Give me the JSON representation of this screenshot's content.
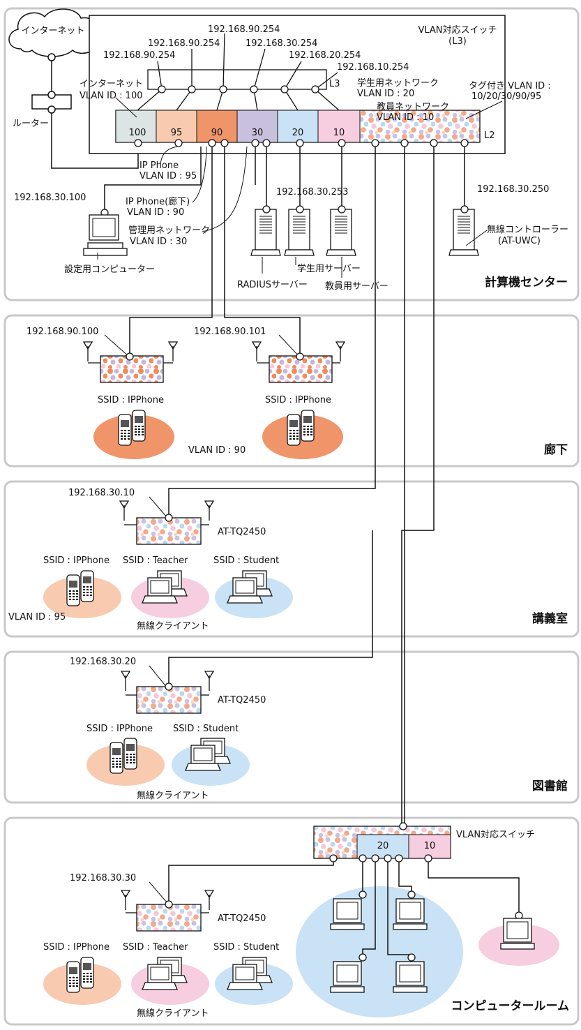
{
  "colors": {
    "accent_orange": "#f0956a",
    "light_orange": "#f8cbb0",
    "mauve": "#c9c0dd",
    "light_blue": "#c9e2f5",
    "pink": "#f7cde0",
    "gray_panel": "#dde4e4",
    "room_border": "#c8c8c8"
  },
  "internet": {
    "label": "インターネット",
    "router_label": "ルーター"
  },
  "core": {
    "switch_label_line1": "VLAN対応スイッチ",
    "switch_label_line2": "(L3)",
    "l3": "L3",
    "l2": "L2",
    "ips": {
      "internet_gw": "192.168.90.254",
      "ip95": "192.168.90.254",
      "ip90": "192.168.90.254",
      "ip30": "192.168.30.254",
      "ip20": "192.168.20.254",
      "ip10": "192.168.10.254"
    },
    "ports": [
      "100",
      "95",
      "90",
      "30",
      "20",
      "10"
    ],
    "vlan_internet_line1": "インターネット",
    "vlan_internet_line2": "VLAN ID : 100",
    "vlan_student_line1": "学生用ネットワーク",
    "vlan_student_line2": "VLAN ID : 20",
    "vlan_teacher_line1": "教員ネットワーク",
    "vlan_teacher_line2": "VLAN ID : 10",
    "tagged_line1": "タグ付き VLAN ID :",
    "tagged_line2": "10/20/30/90/95",
    "ipphone_line1": "IP Phone",
    "ipphone_line2": "VLAN ID : 95",
    "ipphone_hall_line1": "IP Phone(廊下)",
    "ipphone_hall_line2": "VLAN ID : 90",
    "mgmt_line1": "管理用ネットワーク",
    "mgmt_line2": "VLAN ID : 30",
    "pc_ip": "192.168.30.100",
    "pc_label": "設定用コンピューター",
    "server_ip": "192.168.30.253",
    "radius": "RADIUSサーバー",
    "student_server": "学生用サーバー",
    "teacher_server": "教員用サーバー",
    "wlc_ip": "192.168.30.250",
    "wlc_line1": "無線コントローラー",
    "wlc_line2": "(AT-UWC)",
    "room": "計算機センター"
  },
  "hallway": {
    "ap1_ip": "192.168.90.100",
    "ap2_ip": "192.168.90.101",
    "ssid": "SSID : IPPhone",
    "vlan": "VLAN ID : 90",
    "room": "廊下"
  },
  "lecture": {
    "ap_ip": "192.168.30.10",
    "ap_model": "AT-TQ2450",
    "ssid_phone": "SSID : IPPhone",
    "ssid_teacher": "SSID : Teacher",
    "ssid_student": "SSID : Student",
    "vlan": "VLAN ID : 95",
    "clients": "無線クライアント",
    "room": "講義室"
  },
  "library": {
    "ap_ip": "192.168.30.20",
    "ap_model": "AT-TQ2450",
    "ssid_phone": "SSID : IPPhone",
    "ssid_student": "SSID : Student",
    "clients": "無線クライアント",
    "room": "図書館"
  },
  "computer_room": {
    "switch_label": "VLAN対応スイッチ",
    "port20": "20",
    "port10": "10",
    "ap_ip": "192.168.30.30",
    "ap_model": "AT-TQ2450",
    "ssid_phone": "SSID : IPPhone",
    "ssid_teacher": "SSID : Teacher",
    "ssid_student": "SSID : Student",
    "clients": "無線クライアント",
    "room": "コンピュータールーム"
  }
}
